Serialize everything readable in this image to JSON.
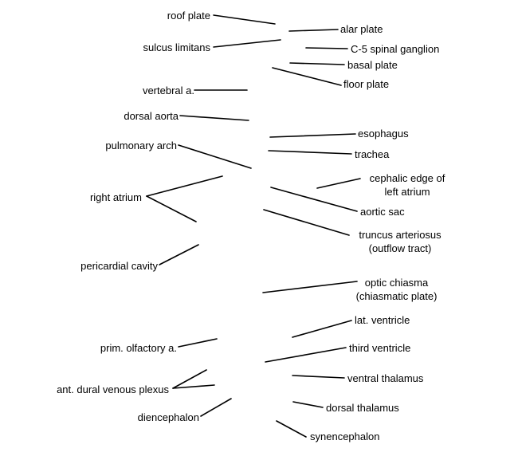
{
  "labels": {
    "roof_plate": "roof plate",
    "sulcus_limitans": "sulcus limitans",
    "vertebral_a": "vertebral a.",
    "dorsal_aorta": "dorsal aorta",
    "pulmonary_arch": "pulmonary arch",
    "right_atrium": "right atrium",
    "pericardial_cavity": "pericardial cavity",
    "prim_olfactory_a": "prim. olfactory a.",
    "ant_dural_venous_plexus": "ant. dural venous plexus",
    "diencephalon": "diencephalon",
    "alar_plate": "alar plate",
    "c5_spinal_ganglion": "C-5 spinal ganglion",
    "basal_plate": "basal plate",
    "floor_plate": "floor plate",
    "esophagus": "esophagus",
    "trachea": "trachea",
    "cephalic_edge_line1": "cephalic edge of",
    "cephalic_edge_line2": "left atrium",
    "aortic_sac": "aortic sac",
    "truncus_line1": "truncus arteriosus",
    "truncus_line2": "(outflow tract)",
    "optic_chiasma_line1": "optic chiasma",
    "optic_chiasma_line2": "(chiasmatic plate)",
    "lat_ventricle": "lat. ventricle",
    "third_ventricle": "third ventricle",
    "ventral_thalamus": "ventral thalamus",
    "dorsal_thalamus": "dorsal thalamus",
    "synencephalon": "synencephalon"
  }
}
